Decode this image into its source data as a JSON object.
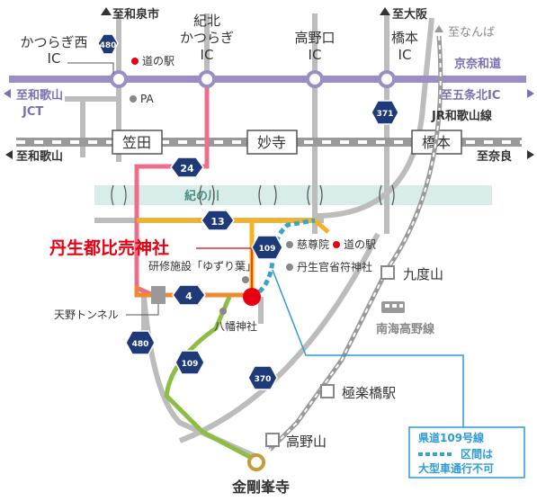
{
  "colors": {
    "expressway": "#9b8ec4",
    "road": "#bcbcbc",
    "route24": "#ec6f8a",
    "route13": "#f5b323",
    "route4": "#f08a2f",
    "route109": "#8ebd45",
    "route109_limited": "#3aa4c6",
    "river": "#d8ece9",
    "rail": "#9a9a9a",
    "shrine": "#e60012",
    "kongobuji": "#c79a3b",
    "callout": "#2e9bd6",
    "label_text": "#333333"
  },
  "labels": {
    "ic_katsuragi_nishi_1": "かつらぎ西",
    "ic_katsuragi_nishi_2": "IC",
    "ic_kihoku_1": "紀北",
    "ic_kihoku_2": "かつらぎ",
    "ic_kihoku_3": "IC",
    "ic_koyaguchi_1": "高野口",
    "ic_koyaguchi_2": "IC",
    "ic_hashimoto_1": "橋本",
    "ic_hashimoto_2": "IC",
    "to_izumi": "至和泉市",
    "to_osaka": "至大阪",
    "to_namba": "至なんば",
    "keina": "京奈和道",
    "to_wakayama_jct_1": "至和歌山",
    "to_wakayama_jct_2": "JCT",
    "to_gojo": "至五条北IC",
    "jr_line": "JR和歌山線",
    "to_wakayama": "至和歌山",
    "to_nara": "至奈良",
    "station_kaseda": "笠田",
    "station_myoji": "妙寺",
    "station_hashimoto": "橋本",
    "river": "紀の川",
    "michi_no_eki_1": "道の駅",
    "michi_no_eki_2": "道の駅",
    "pa": "PA",
    "jisonin": "慈尊院",
    "niukanshofu": "丹生官省符神社",
    "shrine_main": "丹生都比売神社",
    "yuzuriha": "研修施設「ゆずり葉」",
    "amano_tunnel": "天野トンネル",
    "hachiman": "八幡神社",
    "kudoyama": "九度山",
    "nankai": "南海高野線",
    "gokurakubashi": "極楽橋駅",
    "koyasan": "高野山",
    "kongobuji": "金剛峯寺",
    "callout_1": "県道109号線",
    "callout_2": "区間は",
    "callout_3": "大型車通行不可"
  },
  "shields": {
    "r480_top": "480",
    "r371": "371",
    "r24": "24",
    "r13": "13",
    "r109_top": "109",
    "r4": "4",
    "r480_bottom": "480",
    "r109_bottom": "109",
    "r370": "370"
  }
}
